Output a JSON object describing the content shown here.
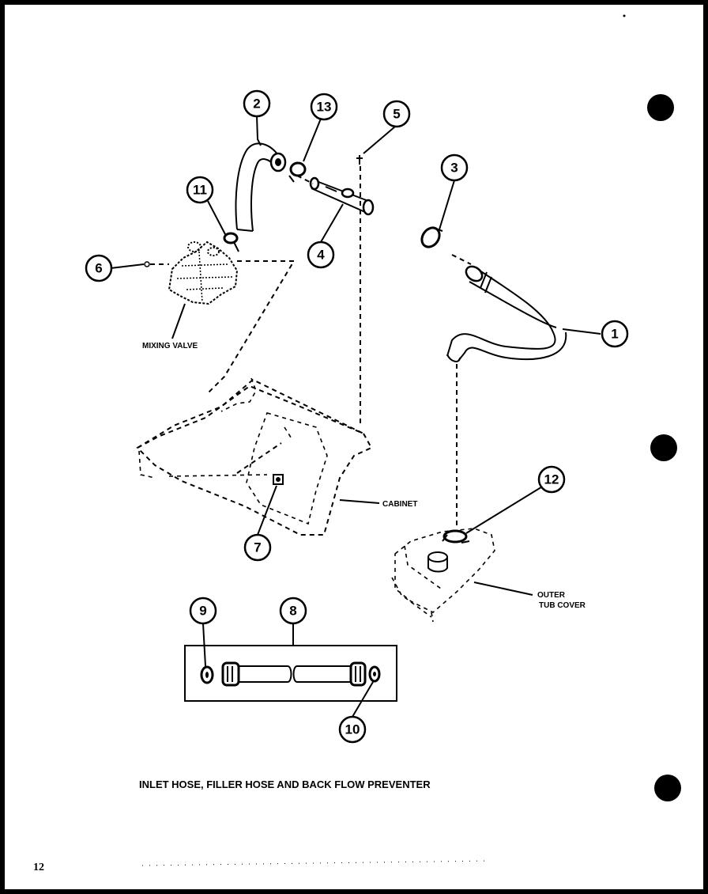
{
  "diagram": {
    "caption": "INLET HOSE, FILLER HOSE AND BACK FLOW PREVENTER",
    "page_number": "12",
    "labels": {
      "mixing_valve": "MIXING VALVE",
      "cabinet": "CABINET",
      "outer_tub_cover_line1": "OUTER",
      "outer_tub_cover_line2": "TUB COVER"
    },
    "callouts": [
      "1",
      "2",
      "3",
      "4",
      "5",
      "6",
      "7",
      "8",
      "9",
      "10",
      "11",
      "12",
      "13"
    ]
  }
}
